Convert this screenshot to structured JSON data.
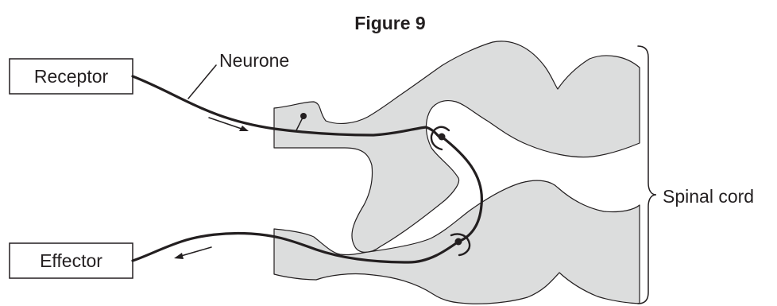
{
  "figure": {
    "title": "Figure 9"
  },
  "labels": {
    "receptor": "Receptor",
    "effector": "Effector",
    "neurone": "Neurone",
    "spinal_cord": "Spinal cord"
  },
  "colors": {
    "grey_matter": "#dcdddd",
    "line": "#231f20"
  }
}
